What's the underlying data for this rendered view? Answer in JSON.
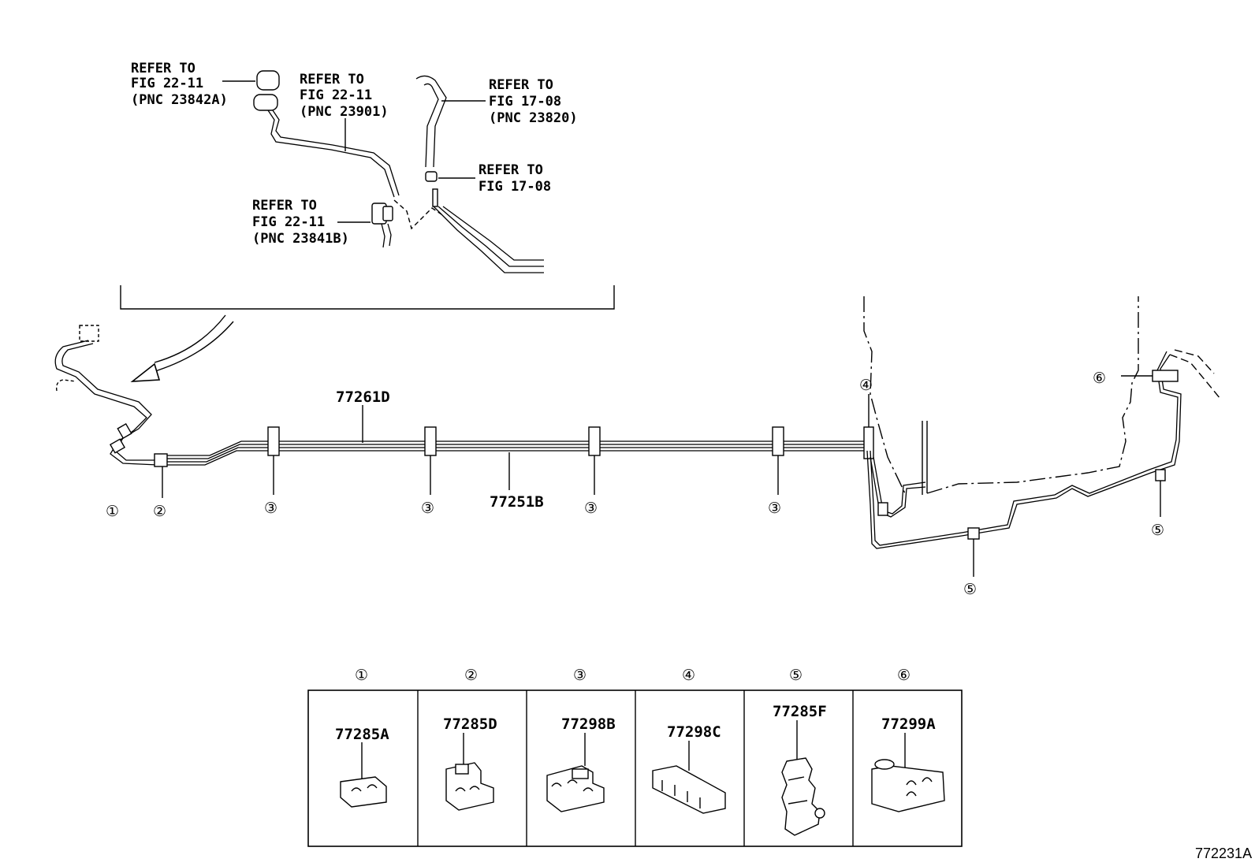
{
  "refer_to_notes": {
    "note_a": {
      "line1": "REFER TO",
      "line2": "FIG 22-11",
      "line3": "(PNC 23842A)"
    },
    "note_b": {
      "line1": "REFER TO",
      "line2": "FIG 22-11",
      "line3": "(PNC 23901)"
    },
    "note_c": {
      "line1": "REFER TO",
      "line2": "FIG 17-08",
      "line3": "(PNC 23820)"
    },
    "note_d": {
      "line1": "REFER TO",
      "line2": "FIG 17-08"
    },
    "note_e": {
      "line1": "REFER TO",
      "line2": "FIG 22-11",
      "line3": "(PNC 23841B)"
    }
  },
  "part_labels": {
    "upper_tube": "77261D",
    "lower_tube": "77251B"
  },
  "callout_numbers": {
    "c1": "①",
    "c2": "②",
    "c3": "③",
    "c4": "④",
    "c5": "⑤",
    "c6": "⑥"
  },
  "clamp_table": {
    "columns": [
      {
        "number": "①",
        "part": "77285A",
        "icon": "clamp-single-icon"
      },
      {
        "number": "②",
        "part": "77285D",
        "icon": "clamp-double-icon"
      },
      {
        "number": "③",
        "part": "77298B",
        "icon": "clamp-triple-icon"
      },
      {
        "number": "④",
        "part": "77298C",
        "icon": "clamp-quad-icon"
      },
      {
        "number": "⑤",
        "part": "77285F",
        "icon": "clamp-vertical-icon"
      },
      {
        "number": "⑥",
        "part": "77299A",
        "icon": "clamp-block-icon"
      }
    ]
  },
  "figure_id": "772231A"
}
